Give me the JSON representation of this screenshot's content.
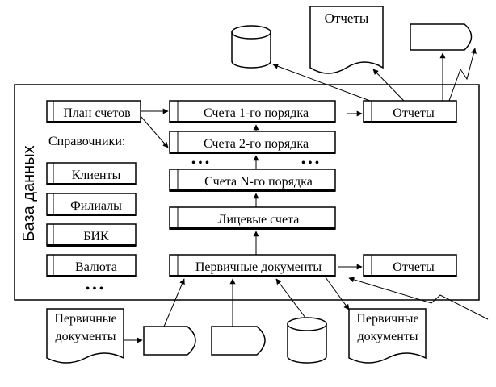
{
  "sidebar_title": "База данных",
  "left_column": {
    "chart_of_accounts": "План счетов",
    "directories_label": "Справочники:",
    "clients": "Клиенты",
    "branches": "Филиалы",
    "bik": "БИК",
    "currency": "Валюта",
    "ellipsis": "• • •"
  },
  "center_column": {
    "accounts_1": "Счета 1-го порядка",
    "accounts_2": "Счета 2-го порядка",
    "ellipsis": "• • •",
    "accounts_n": "Счета N-го порядка",
    "personal_accounts": "Лицевые счета",
    "primary_documents": "Первичные документы"
  },
  "right_column": {
    "reports_top": "Отчеты",
    "reports_bottom": "Отчеты"
  },
  "external": {
    "reports_document": "Отчеты",
    "input_doc_line1": "Первичные",
    "input_doc_line2": "документы",
    "output_doc_line1": "Первичные",
    "output_doc_line2": "документы"
  }
}
